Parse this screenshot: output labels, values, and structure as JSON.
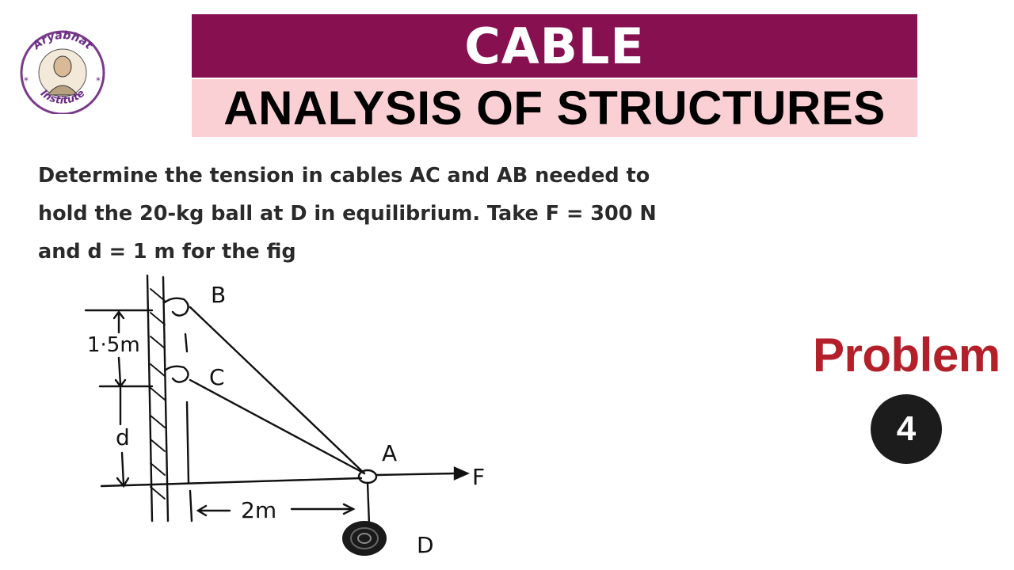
{
  "logo": {
    "top_text": "Aryabhat",
    "bottom_text": "Institute"
  },
  "header": {
    "title": "CABLE",
    "subtitle": "ANALYSIS OF STRUCTURES"
  },
  "problem": {
    "lines": [
      "Determine the tension in cables AC and AB needed to",
      "hold the 20-kg ball at D in equilibrium. Take F = 300 N",
      "and d = 1 m for the fig"
    ]
  },
  "figure": {
    "label_b": "B",
    "label_c": "C",
    "label_a": "A",
    "label_f": "F",
    "label_d_point": "D",
    "dim_vertical_top": "1·5m",
    "dim_vertical_bottom": "d",
    "dim_horizontal": "2m"
  },
  "badge": {
    "label": "Problem",
    "number": "4"
  },
  "colors": {
    "banner_top": "#861050",
    "banner_bottom": "#fbd0d4",
    "problem_red": "#b3202a"
  }
}
